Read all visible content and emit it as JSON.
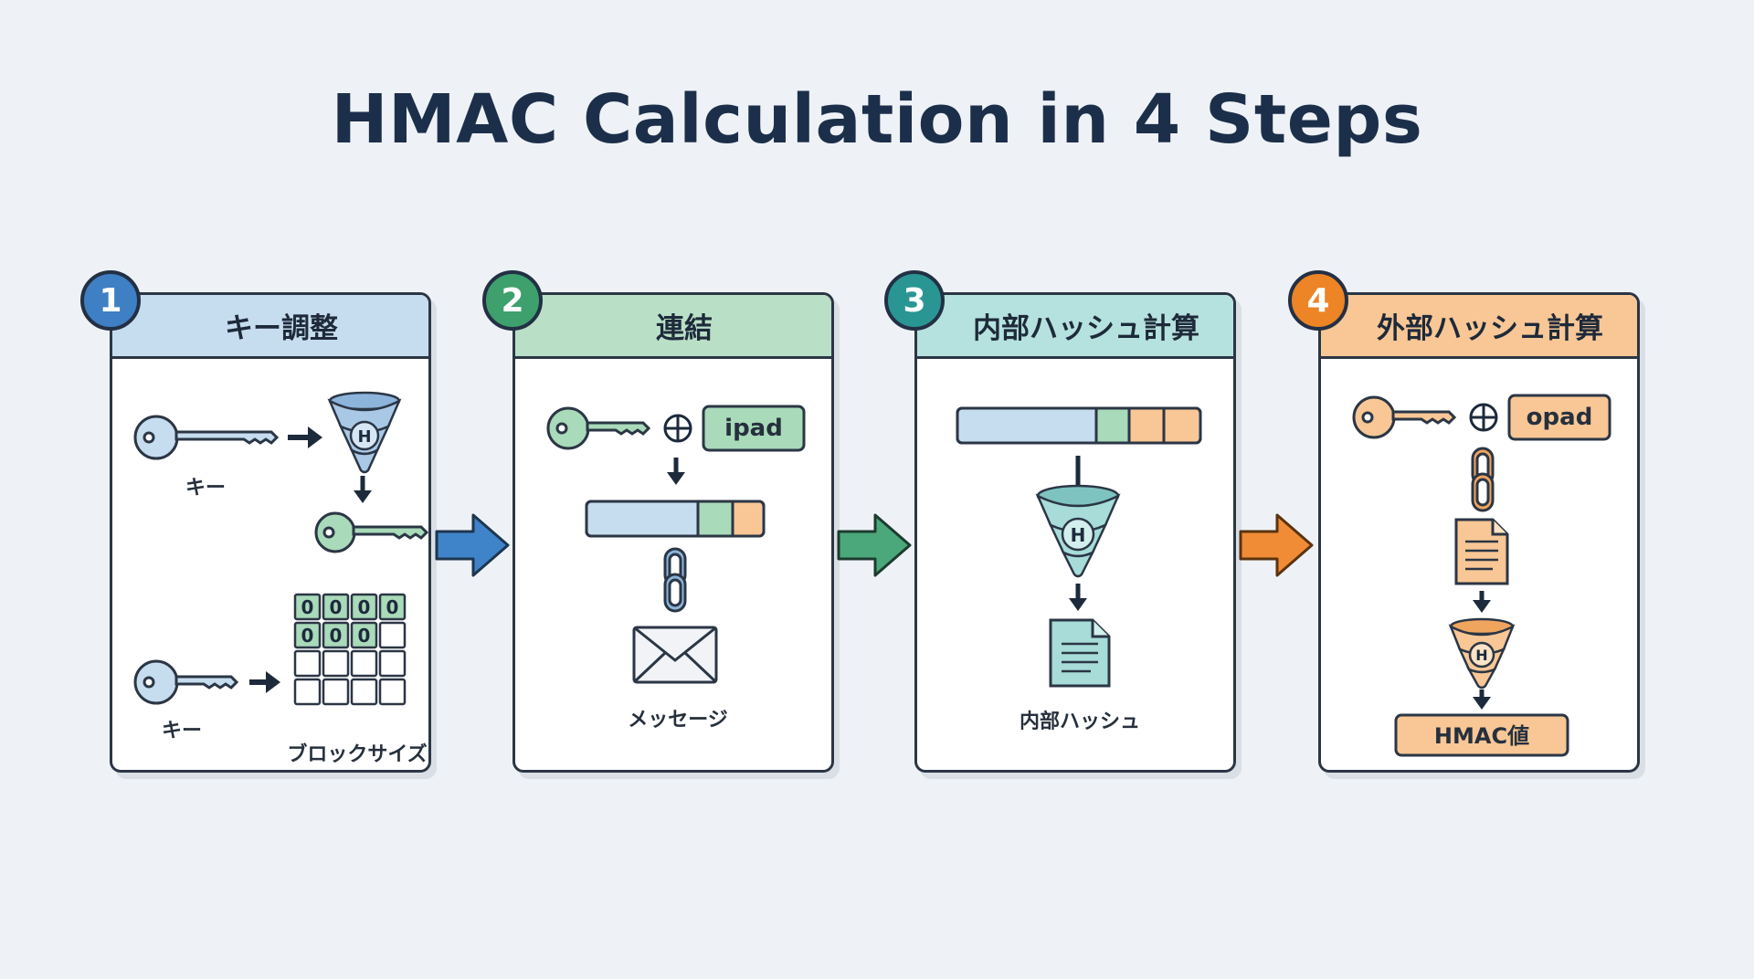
{
  "title": "HMAC Calculation in 4 Steps",
  "colors": {
    "step1": "#5b8fc9",
    "step1_header": "#c6dcef",
    "step2": "#4fa87a",
    "step2_header": "#b9e0c6",
    "step3": "#2f9c9a",
    "step3_header": "#b5e2de",
    "step4": "#ee8a32",
    "step4_header": "#f8c795"
  },
  "steps": [
    {
      "number": "1",
      "header": "キー調整",
      "key_label_top": "キー",
      "key_label_bottom": "キー",
      "block_label": "ブロックサイズ",
      "block_cells": [
        "0",
        "0",
        "0",
        "0",
        "0",
        "0",
        "0"
      ],
      "icons": [
        "key-icon",
        "hash-tornado-icon",
        "key-icon",
        "block-grid-icon"
      ]
    },
    {
      "number": "2",
      "header": "連結",
      "pad_label": "ipad",
      "message_label": "メッセージ",
      "icons": [
        "key-icon",
        "xor-icon",
        "chain-link-icon",
        "envelope-icon"
      ]
    },
    {
      "number": "3",
      "header": "内部ハッシュ計算",
      "result_label": "内部ハッシュ",
      "icons": [
        "hash-tornado-icon",
        "document-icon"
      ]
    },
    {
      "number": "4",
      "header": "外部ハッシュ計算",
      "pad_label": "opad",
      "result_label": "HMAC値",
      "icons": [
        "key-icon",
        "xor-icon",
        "chain-link-icon",
        "document-icon",
        "hash-tornado-icon"
      ]
    }
  ]
}
